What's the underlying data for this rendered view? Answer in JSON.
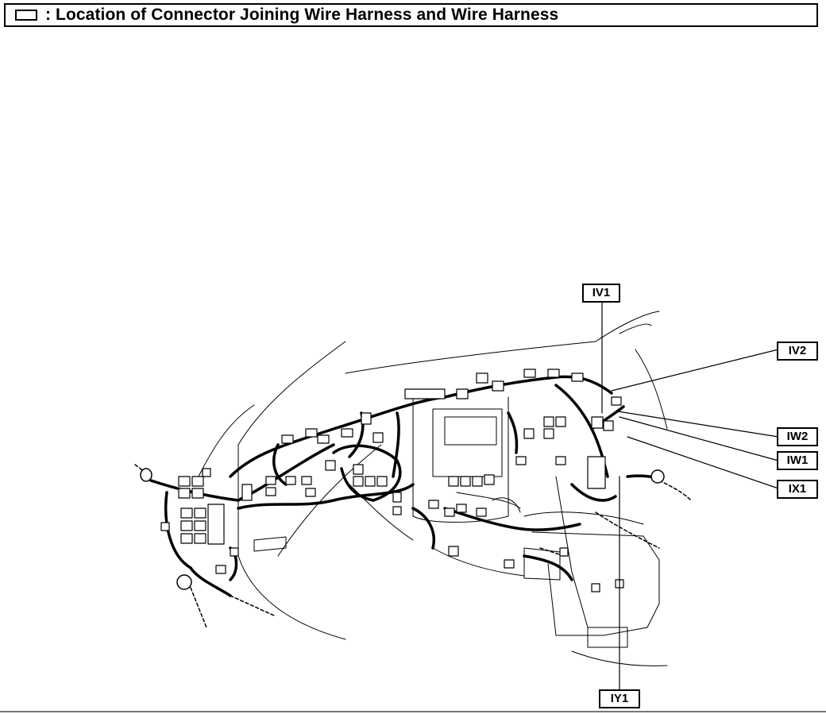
{
  "title": {
    "icon": "connector-box-icon",
    "text": ": Location of Connector Joining Wire Harness and Wire Harness"
  },
  "connectors": [
    {
      "id": "iv1",
      "label": "IV1"
    },
    {
      "id": "iv2",
      "label": "IV2"
    },
    {
      "id": "iw2",
      "label": "IW2"
    },
    {
      "id": "iw1",
      "label": "IW1"
    },
    {
      "id": "ix1",
      "label": "IX1"
    },
    {
      "id": "iy1",
      "label": "IY1"
    }
  ],
  "illustration": "instrument-panel-wire-harness-drawing"
}
